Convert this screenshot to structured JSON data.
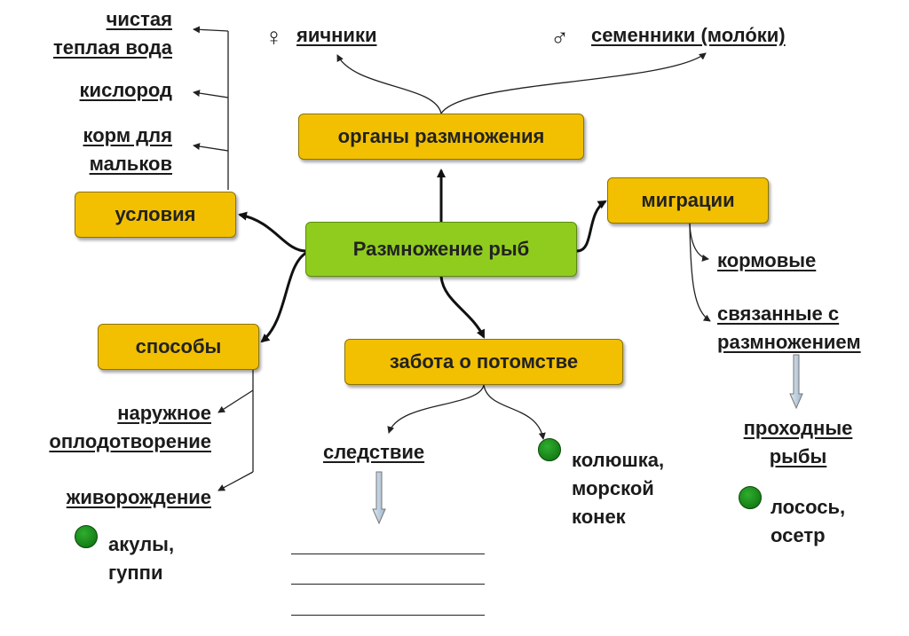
{
  "center": "Размножение рыб",
  "organs": {
    "box": "органы размножения",
    "female_symbol": "♀",
    "female": "яичники",
    "male_symbol": "♂",
    "male": "семенники (моло́ки)"
  },
  "conditions": {
    "box": "условия",
    "items": [
      [
        "чистая",
        "теплая вода"
      ],
      [
        "кислород"
      ],
      [
        "корм для",
        "мальков"
      ]
    ]
  },
  "methods": {
    "box": "способы",
    "external": [
      "наружное",
      "оплодотворение"
    ],
    "viviparity": "живорождение",
    "examples": [
      "акулы,",
      "гуппи"
    ]
  },
  "care": {
    "box": "забота о потомстве",
    "consequence": "следствие",
    "examples": [
      "колюшка,",
      "морской",
      "конек"
    ]
  },
  "migrations": {
    "box": "миграции",
    "feeding": "кормовые",
    "breeding": [
      "связанные с",
      "размножением"
    ],
    "anadromous": [
      "проходные",
      "рыбы"
    ],
    "examples": [
      "лосось,",
      "осетр"
    ]
  },
  "colors": {
    "box": "#f2c000",
    "center": "#8fcc1e",
    "dot": "#118811"
  }
}
